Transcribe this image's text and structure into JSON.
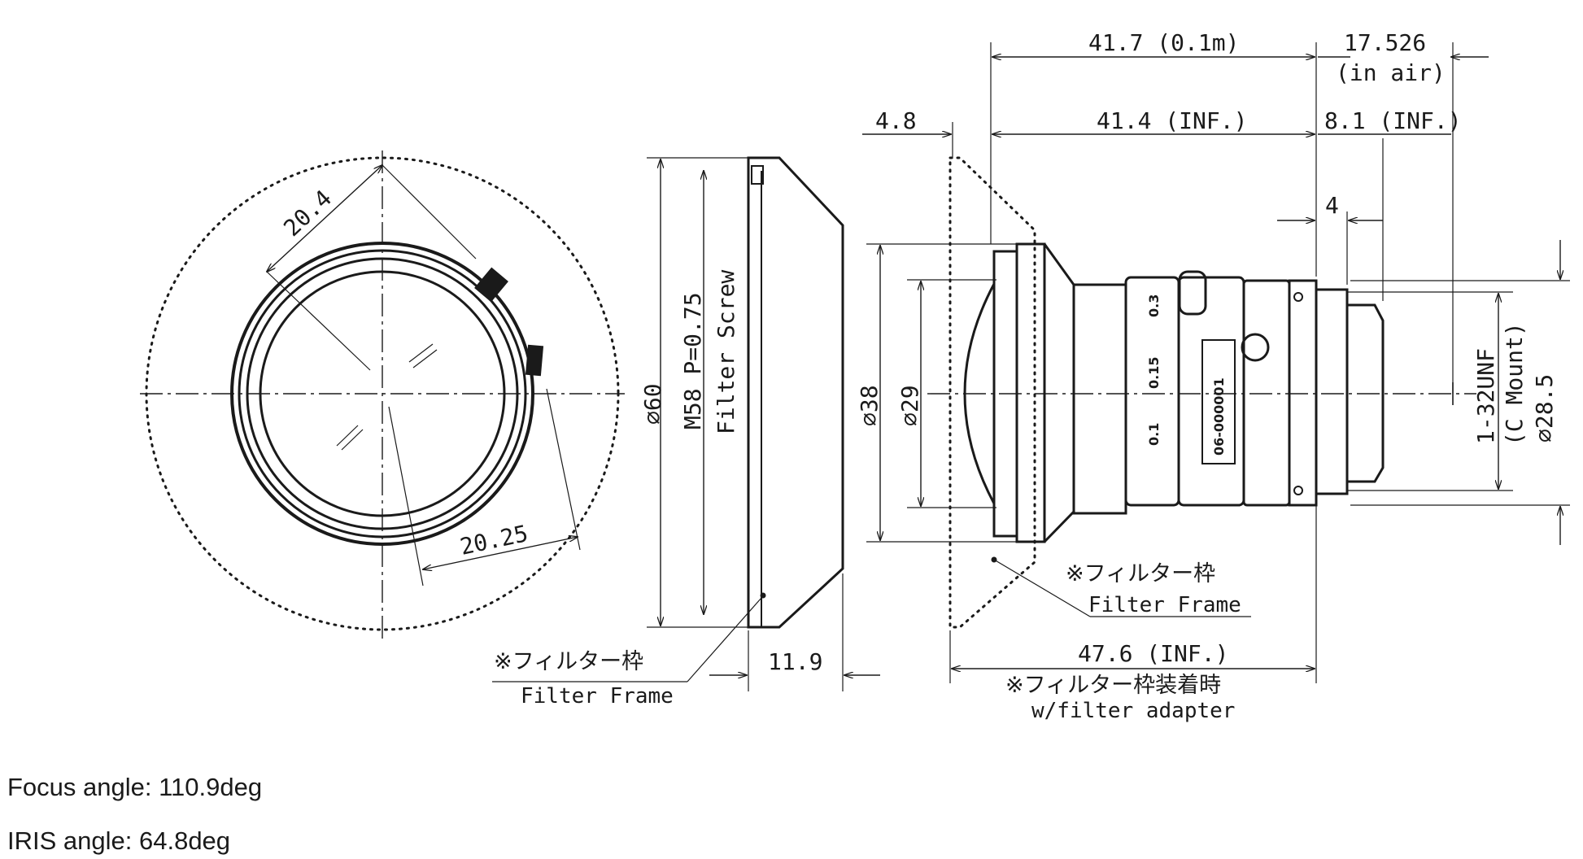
{
  "drawing": {
    "front_view": {
      "dim_radius_outer": "20.4",
      "dim_radius_inner": "20.25"
    },
    "filter_frame_side": {
      "dim_outer_diameter": "∅60",
      "thread_spec": "M58 P=0.75",
      "thread_label": "Filter Screw",
      "dim_thickness": "11.9",
      "frame_label_jp": "※フィルター枠",
      "frame_label_en": "Filter Frame"
    },
    "lens_side": {
      "dim_front_offset": "4.8",
      "dim_length_close": "41.7 (0.1m)",
      "dim_length_inf": "41.4 (INF.)",
      "dim_back_focus_air": "17.526",
      "dim_back_focus_air_note": "(in air)",
      "dim_back_focus_inf": "8.1 (INF.)",
      "dim_mount_depth": "4",
      "dim_diameter_front": "∅38",
      "dim_diameter_body": "∅29",
      "mount_thread": "1-32UNF",
      "mount_type": "(C Mount)",
      "mount_diameter": "∅28.5",
      "dim_total_with_adapter": "47.6 (INF.)",
      "adapter_label_jp": "※フィルター枠装着時",
      "adapter_label_en": "w/filter adapter",
      "frame_label_jp": "※フィルター枠",
      "frame_label_en": "Filter Frame",
      "scale_marks": [
        "0.1",
        "0.15",
        "0.3"
      ],
      "serial_number": "06-000001"
    }
  },
  "specs": {
    "focus_angle": "Focus angle: 110.9deg",
    "iris_angle": "IRIS angle: 64.8deg"
  }
}
